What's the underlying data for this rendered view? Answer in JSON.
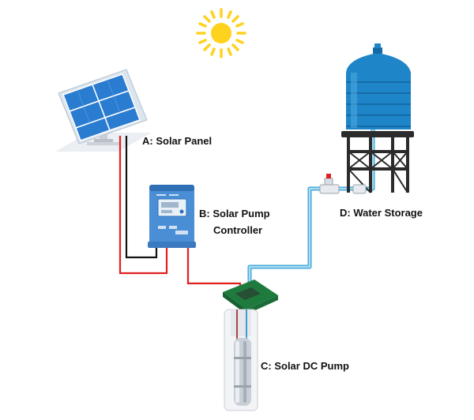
{
  "labels": {
    "solar_panel": "A: Solar Panel",
    "controller_line1": "B: Solar Pump",
    "controller_line2": "Controller",
    "water_storage": "D: Water Storage",
    "dc_pump": "C: Solar DC Pump"
  },
  "colors": {
    "sun": "#FFD21E",
    "panel_cell": "#2A7CD1",
    "panel_frame": "#D9E3EC",
    "controller_body": "#4A8ED6",
    "tank_body": "#1E86C8",
    "tank_stand": "#2B2B2B",
    "water_pipe": "#6FC3EA",
    "wire_red": "#E02020",
    "wire_black": "#111111",
    "wellhead": "#1F7A3E"
  },
  "icons": [
    "sun-icon",
    "solar-panel-icon",
    "controller-icon",
    "water-tank-icon",
    "valve-icon",
    "submersible-pump-icon"
  ]
}
